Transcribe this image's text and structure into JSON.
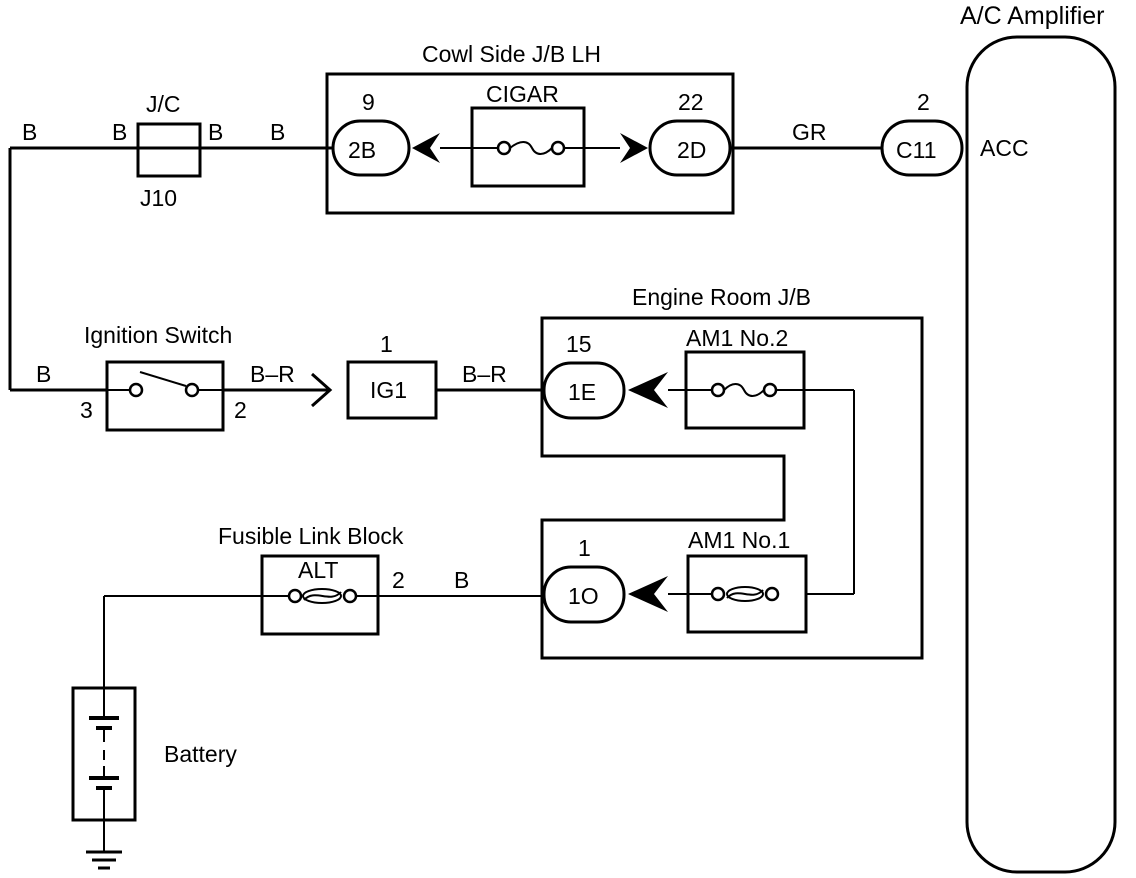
{
  "labels": {
    "ac_amplifier": "A/C Amplifier",
    "acc": "ACC",
    "cowl_side_jb": "Cowl Side J/B LH",
    "cigar": "CIGAR",
    "jc": "J/C",
    "j10": "J10",
    "engine_room_jb": "Engine Room J/B",
    "am1_no2": "AM1 No.2",
    "am1_no1": "AM1 No.1",
    "ignition_switch": "Ignition Switch",
    "ig1": "IG1",
    "fusible_link_block": "Fusible Link Block",
    "alt": "ALT",
    "battery": "Battery"
  },
  "connectors": {
    "c2b": {
      "name": "2B",
      "pin": "9"
    },
    "c2d": {
      "name": "2D",
      "pin": "22"
    },
    "c11": {
      "name": "C11",
      "pin": "2"
    },
    "c1e": {
      "name": "1E",
      "pin": "15"
    },
    "c1o": {
      "name": "1O",
      "pin": "1"
    },
    "ig1_pin": "1",
    "ign_in_pin": "3",
    "ign_out_pin": "2",
    "alt_pin": "2"
  },
  "wires": {
    "b_left": "B",
    "b_jc_left": "B",
    "b_jc_right": "B",
    "b_to_2b": "B",
    "gr": "GR",
    "b_ign": "B",
    "br_ign": "B–R",
    "br_ig1": "B–R",
    "b_alt": "B"
  }
}
